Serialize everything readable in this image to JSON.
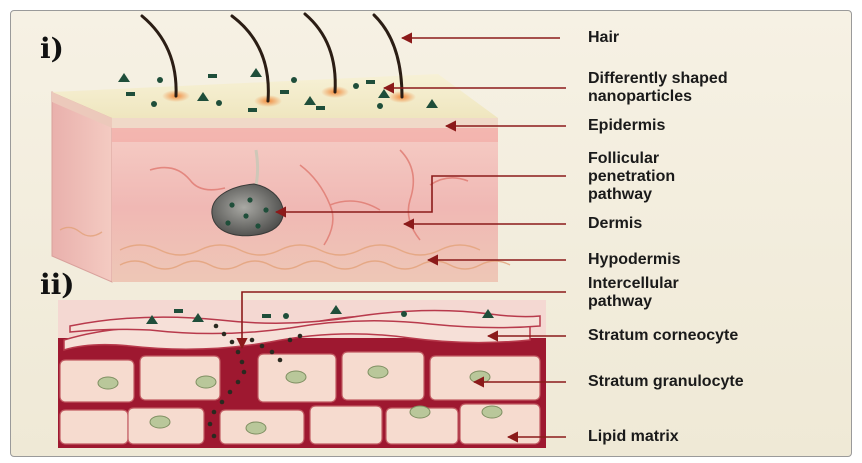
{
  "panels": {
    "panel_1": "i)",
    "panel_2": "ii)"
  },
  "labels": {
    "hair": "Hair",
    "nanoparticles_line1": "Differently shaped",
    "nanoparticles_line2": "nanoparticles",
    "epidermis": "Epidermis",
    "follicular_line1": "Follicular",
    "follicular_line2": "penetration",
    "follicular_line3": "pathway",
    "dermis": "Dermis",
    "hypodermis": "Hypodermis",
    "intercellular_line1": "Intercellular",
    "intercellular_line2": "pathway",
    "stratum_corneocyte": "Stratum corneocyte",
    "stratum_granulocyte": "Stratum granulocyte",
    "lipid_matrix": "Lipid matrix"
  },
  "colors": {
    "arrow": "#8b1a1a",
    "label_text": "#1a1a1a",
    "epidermis_top": "#f3eccb",
    "dermis": "#f1b9b6",
    "lipid_matrix": "#9e1830",
    "cell": "#f6dbcf",
    "nucleus": "#b9c79a",
    "particle": "#1f4e3a"
  }
}
